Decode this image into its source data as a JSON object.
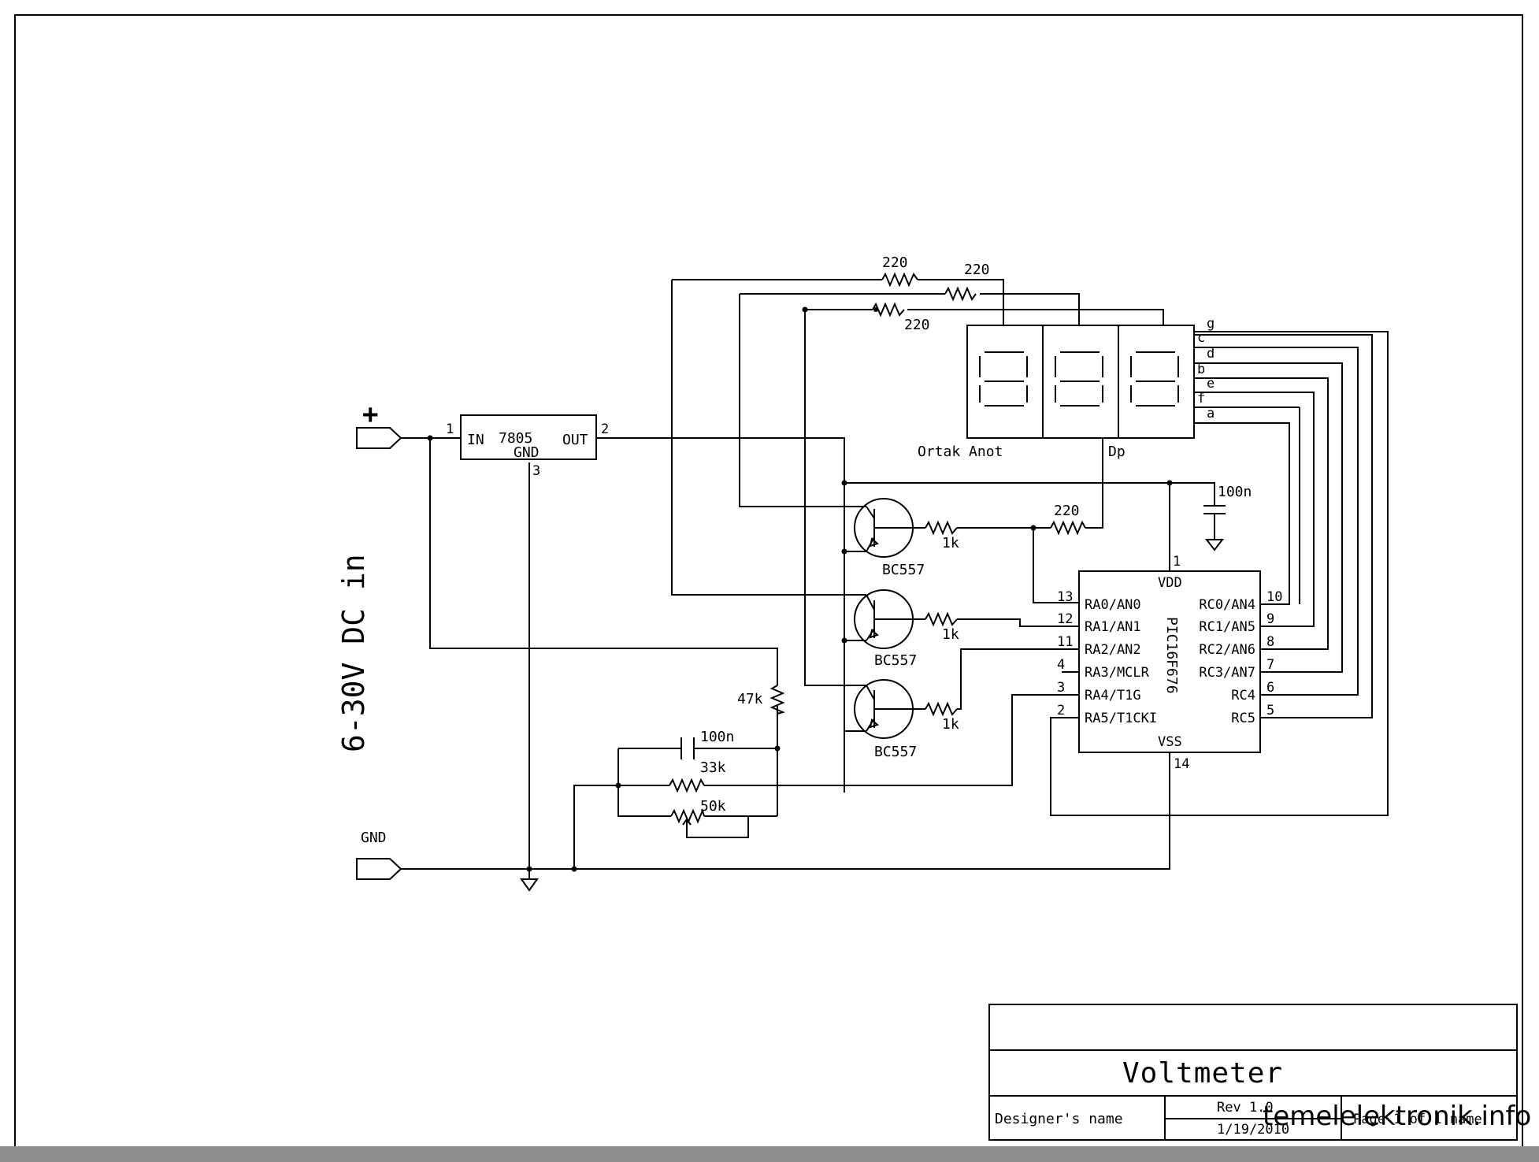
{
  "labels": {
    "plus": "+",
    "gnd_terminal": "GND",
    "dc_in": "6-30V DC in",
    "ortak_anot": "Ortak Anot",
    "dp": "Dp"
  },
  "regulator": {
    "name": "7805",
    "in": "IN",
    "out": "OUT",
    "gnd": "GND",
    "pin_in": "1",
    "pin_out": "2",
    "pin_gnd": "3"
  },
  "resistors": {
    "r_top1": "220",
    "r_top2": "220",
    "r_top3": "220",
    "r_dp": "220",
    "r_b1": "1k",
    "r_b2": "1k",
    "r_b3": "1k",
    "r_div_top": "47k",
    "r_div_33": "33k",
    "pot": "50k"
  },
  "capacitors": {
    "c_vdd": "100n",
    "c_div": "100n"
  },
  "transistors": [
    "BC557",
    "BC557",
    "BC557"
  ],
  "mcu": {
    "name": "PIC16F676",
    "vdd": "VDD",
    "vss": "VSS",
    "vdd_pin": "1",
    "vss_pin": "14",
    "left_pins": [
      {
        "num": "13",
        "name": "RA0/AN0"
      },
      {
        "num": "12",
        "name": "RA1/AN1"
      },
      {
        "num": "11",
        "name": "RA2/AN2"
      },
      {
        "num": "4",
        "name": "RA3/MCLR"
      },
      {
        "num": "3",
        "name": "RA4/T1G"
      },
      {
        "num": "2",
        "name": "RA5/T1CKI"
      }
    ],
    "right_pins": [
      {
        "num": "10",
        "name": "RC0/AN4"
      },
      {
        "num": "9",
        "name": "RC1/AN5"
      },
      {
        "num": "8",
        "name": "RC2/AN6"
      },
      {
        "num": "7",
        "name": "RC3/AN7"
      },
      {
        "num": "6",
        "name": "RC4"
      },
      {
        "num": "5",
        "name": "RC5"
      }
    ]
  },
  "segments": [
    "g",
    "c",
    "d",
    "b",
    "e",
    "f",
    "a"
  ],
  "title_block": {
    "title": "Voltmeter",
    "designer": "Designer's name",
    "rev": "Rev 1.0",
    "date": "1/19/2010",
    "page": "Page 1 of 1 name"
  },
  "watermark": "temelelektronik.info"
}
